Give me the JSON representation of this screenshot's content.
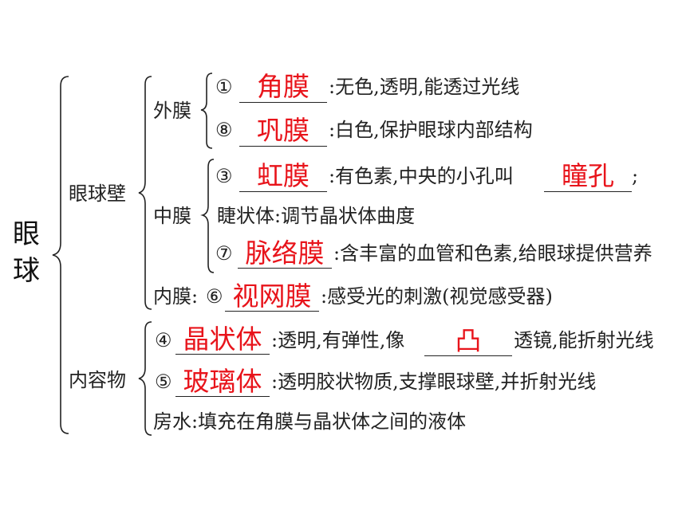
{
  "root": {
    "line1": "眼",
    "line2": "球"
  },
  "eye_wall": {
    "label": "眼球壁",
    "outer": {
      "label": "外膜",
      "items": [
        {
          "num": "①",
          "answer": "角膜",
          "desc": ":无色,透明,能透过光线"
        },
        {
          "num": "⑧",
          "answer": "巩膜",
          "desc": ":白色,保护眼球内部结构"
        }
      ]
    },
    "middle": {
      "label": "中膜",
      "iris": {
        "num": "③",
        "answer": "虹膜",
        "desc": ":有色素,中央的小孔叫",
        "answer2": "瞳孔",
        "end": ";"
      },
      "ciliary": "睫状体:调节晶状体曲度",
      "choroid": {
        "num": "⑦",
        "answer": "脉络膜",
        "desc": ":含丰富的血管和色素,给眼球提供营养"
      }
    },
    "inner": {
      "label": "内膜:",
      "num": "⑥",
      "answer": "视网膜",
      "desc": ":感受光的刺激(视觉感受器)"
    }
  },
  "contents": {
    "label": "内容物",
    "lens": {
      "num": "④",
      "answer": "晶状体",
      "desc": ":透明,有弹性,像",
      "answer2": "凸",
      "desc2": "透镜,能折射光线"
    },
    "vitreous": {
      "num": "⑤",
      "answer": "玻璃体",
      "desc": ":透明胶状物质,支撑眼球壁,并折射光线"
    },
    "aqueous": "房水:填充在角膜与晶状体之间的液体"
  }
}
